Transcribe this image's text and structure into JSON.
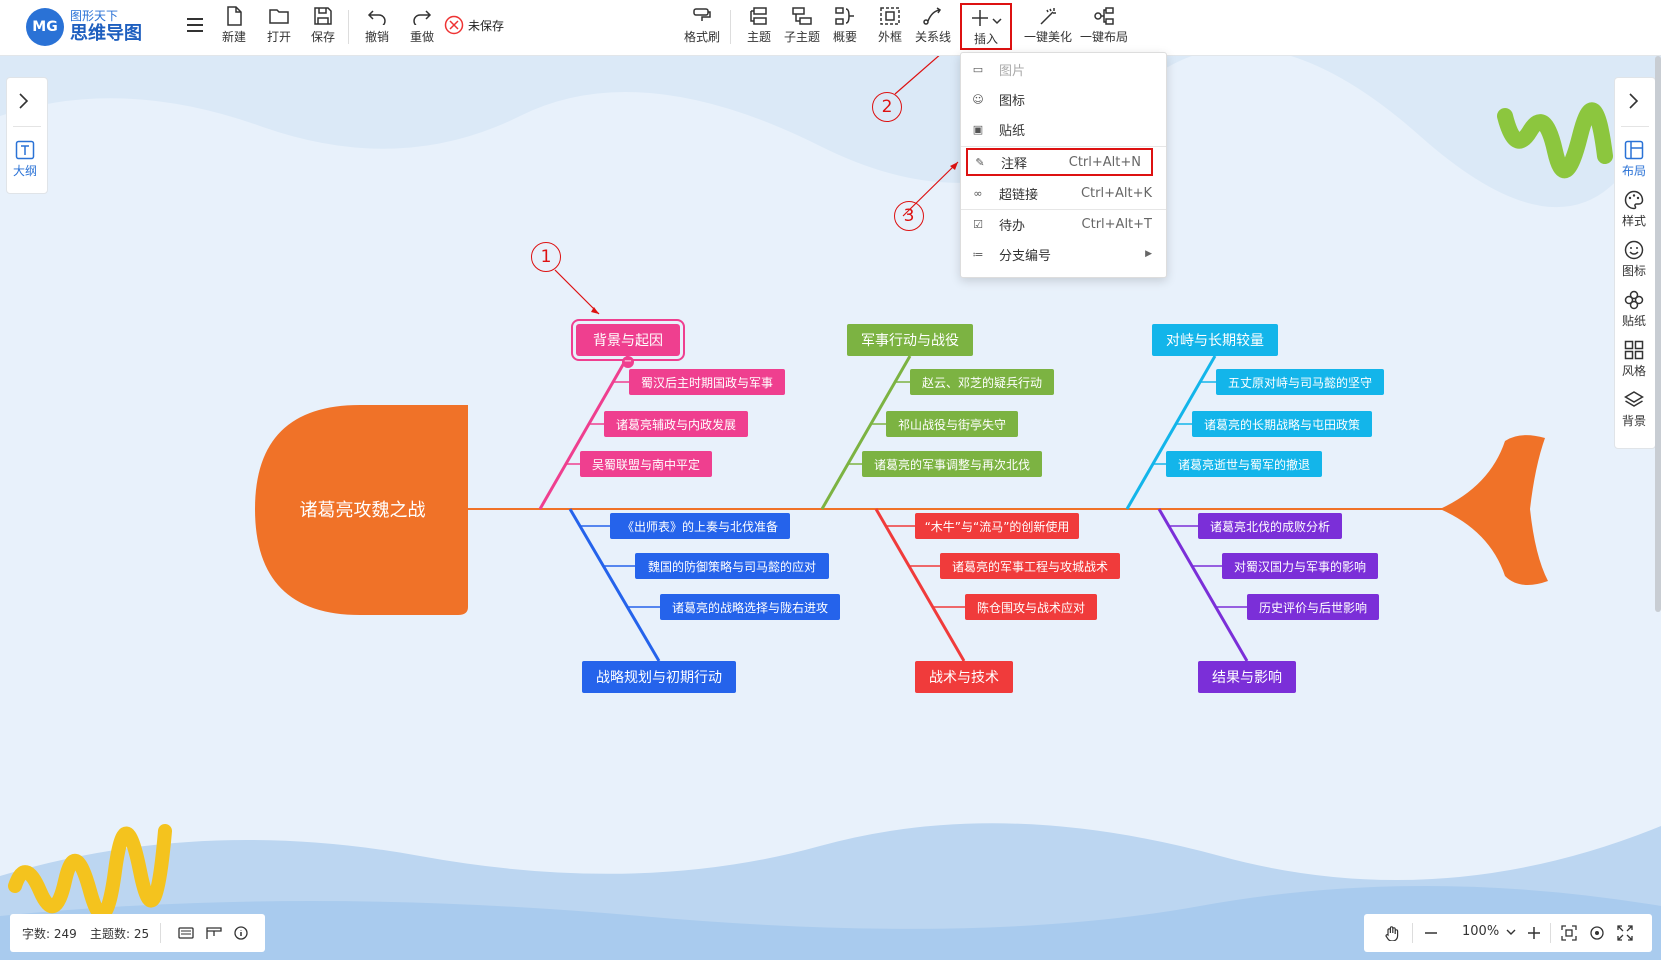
{
  "app": {
    "brand_top": "图形天下",
    "brand_name": "思维导图",
    "logo_text": "MG"
  },
  "toolbar": {
    "menu_icon": "hamburger-icon",
    "new_label": "新建",
    "open_label": "打开",
    "save_label": "保存",
    "undo_label": "撤销",
    "redo_label": "重做",
    "unsaved_label": "未保存",
    "format_painter_label": "格式刷",
    "topic_label": "主题",
    "subtopic_label": "子主题",
    "summary_label": "概要",
    "boundary_label": "外框",
    "relation_label": "关系线",
    "insert_label": "插入",
    "beautify_label": "一键美化",
    "auto_layout_label": "一键布局"
  },
  "insert_menu": {
    "image": "图片",
    "icon": "图标",
    "sticker": "贴纸",
    "note": "注释",
    "note_shortcut": "Ctrl+Alt+N",
    "hyperlink": "超链接",
    "hyperlink_shortcut": "Ctrl+Alt+K",
    "todo": "待办",
    "todo_shortcut": "Ctrl+Alt+T",
    "branch_number": "分支编号"
  },
  "left_panel": {
    "outline_label": "大纲"
  },
  "right_panel": {
    "layout_label": "布局",
    "style_label": "样式",
    "icon_label": "图标",
    "sticker_label": "贴纸",
    "theme_label": "风格",
    "background_label": "背景"
  },
  "annotations": {
    "one": "1",
    "two": "2",
    "three": "3"
  },
  "mindmap": {
    "central": "诸葛亮攻魏之战",
    "branches": [
      {
        "title": "背景与起因",
        "color": "#ef3f8f",
        "children": [
          "蜀汉后主时期国政与军事",
          "诸葛亮辅政与内政发展",
          "吴蜀联盟与南中平定"
        ]
      },
      {
        "title": "军事行动与战役",
        "color": "#7cb342",
        "children": [
          "赵云、邓芝的疑兵行动",
          "祁山战役与街亭失守",
          "诸葛亮的军事调整与再次北伐"
        ]
      },
      {
        "title": "对峙与长期较量",
        "color": "#13b5ea",
        "children": [
          "五丈原对峙与司马懿的坚守",
          "诸葛亮的长期战略与屯田政策",
          "诸葛亮逝世与蜀军的撤退"
        ]
      },
      {
        "title": "战略规划与初期行动",
        "color": "#2563eb",
        "children": [
          "《出师表》的上奏与北伐准备",
          "魏国的防御策略与司马懿的应对",
          "诸葛亮的战略选择与陇右进攻"
        ]
      },
      {
        "title": "战术与技术",
        "color": "#f03b3b",
        "children": [
          "“木牛”与“流马”的创新使用",
          "诸葛亮的军事工程与攻城战术",
          "陈仓围攻与战术应对"
        ]
      },
      {
        "title": "结果与影响",
        "color": "#7b2fd8",
        "children": [
          "诸葛亮北伐的成败分析",
          "对蜀汉国力与军事的影响",
          "历史评价与后世影响"
        ]
      }
    ]
  },
  "status": {
    "word_count": "字数: 249",
    "topic_count": "主题数: 25"
  },
  "zoom": {
    "level": "100%"
  },
  "colors": {
    "fish": "#f07228",
    "accent": "#2a72d6",
    "highlight_red": "#d11"
  }
}
